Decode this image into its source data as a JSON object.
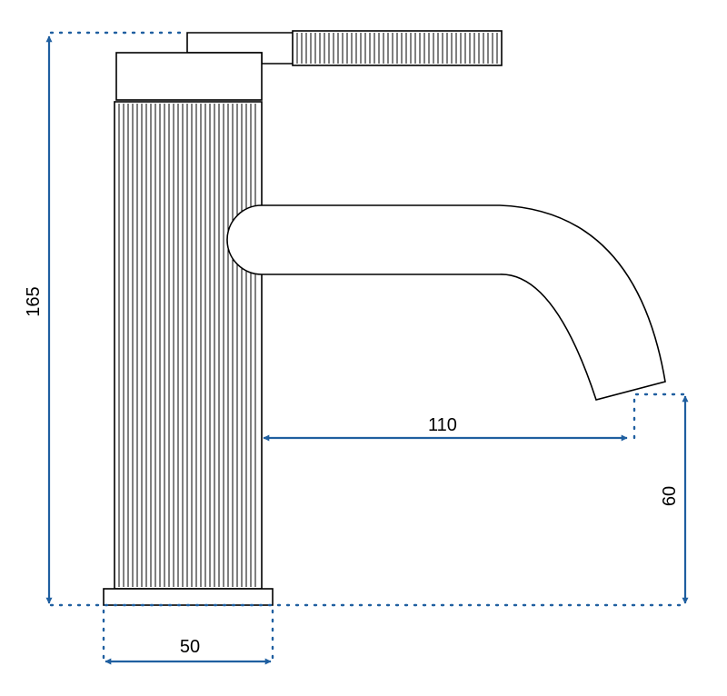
{
  "dimensions": {
    "overall_height": "165",
    "spout_reach": "110",
    "spout_height": "60",
    "base_width": "50"
  },
  "colors": {
    "dimension_line": "#1f5fa0",
    "outline": "#000000",
    "background": "#ffffff"
  }
}
